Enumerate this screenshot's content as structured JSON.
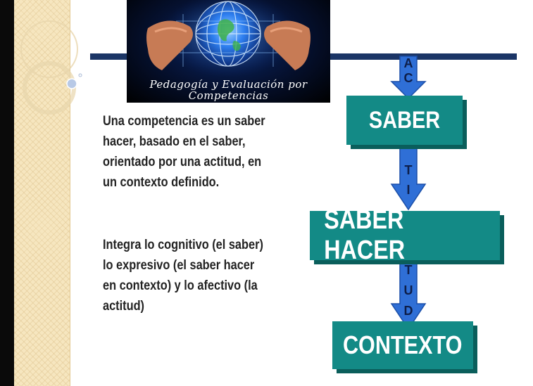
{
  "logo": {
    "line1": "Pedagogía y Evaluación por",
    "line2": "Competencias"
  },
  "text": {
    "paragraph1": [
      "Una competencia es un saber",
      "hacer, basado en el saber,",
      "orientado por una actitud, en",
      "un contexto definido."
    ],
    "paragraph2": [
      "Integra lo cognitivo (el saber)",
      "lo expresivo (el saber hacer",
      "en contexto) y lo afectivo (la",
      "actitud)"
    ]
  },
  "diagram": {
    "box1": "SABER",
    "box2": "SABER HACER",
    "box3": "CONTEXTO",
    "arrow_letters": [
      "A",
      "C",
      "T",
      "I",
      "T",
      "U",
      "D"
    ]
  },
  "colors": {
    "box_fill": "#138a86",
    "box_shadow": "#0a5e5b",
    "arrow_fill": "#2f6fd6",
    "header_bar": "#1b3566",
    "left_strip": "#f6e6bf"
  }
}
